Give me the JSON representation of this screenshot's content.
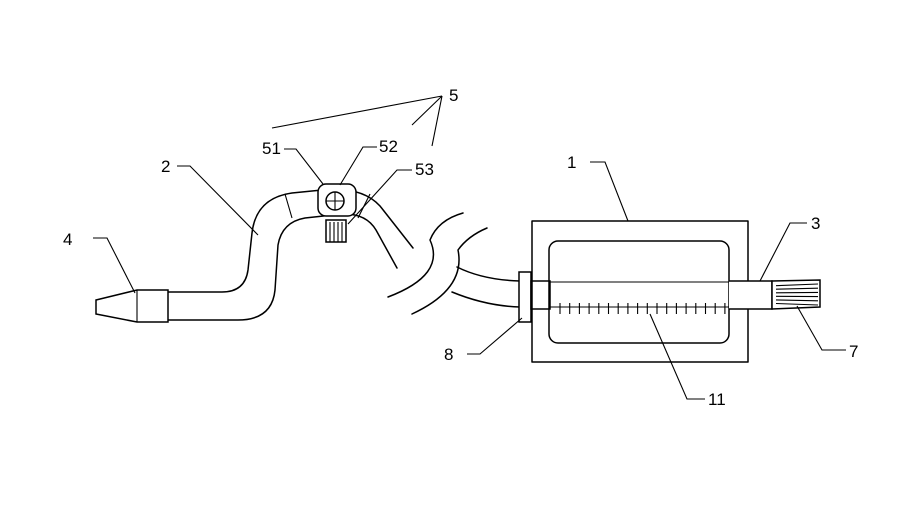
{
  "figure": {
    "labels": {
      "l1": "1",
      "l2": "2",
      "l3": "3",
      "l4": "4",
      "l5": "5",
      "l51": "51",
      "l52": "52",
      "l53": "53",
      "l7": "7",
      "l8": "8",
      "l11": "11"
    },
    "colors": {
      "line": "#000000",
      "background": "#ffffff"
    }
  }
}
